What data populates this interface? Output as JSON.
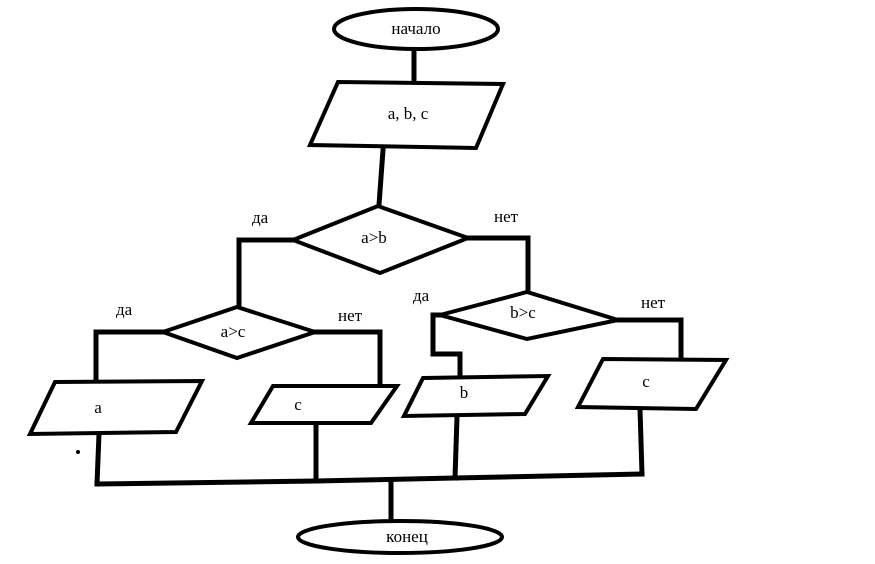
{
  "flowchart": {
    "start": "начало",
    "input": "a, b, c",
    "decision_ab": "a>b",
    "decision_ac": "a>c",
    "decision_bc": "b>c",
    "output_a": "a",
    "output_c_left": "c",
    "output_b": "b",
    "output_c_right": "c",
    "end": "конец",
    "yes_ab": "да",
    "no_ab": "нет",
    "yes_ac": "да",
    "no_ac": "нет",
    "yes_bc": "да",
    "no_bc": "нет"
  }
}
